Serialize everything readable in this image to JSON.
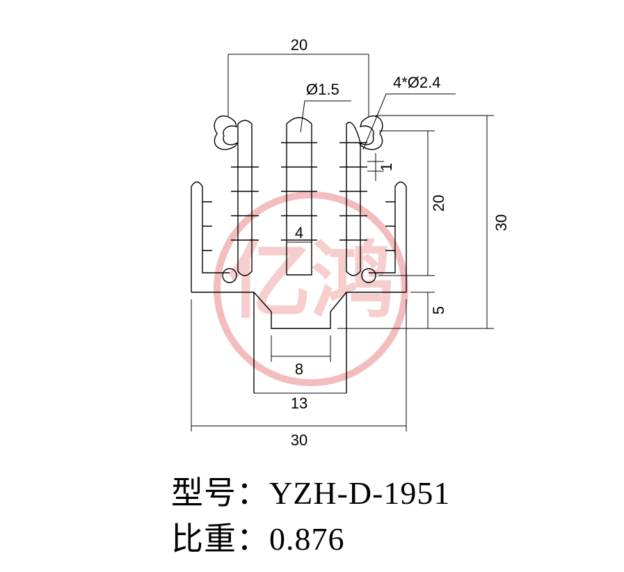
{
  "drawing": {
    "watermark_text": "亿鸿",
    "dimensions": {
      "top_width": "20",
      "slot_diameter": "Ø1.5",
      "hole_diameter": "4*Ø2.4",
      "gap": "1",
      "fin_pitch": "4",
      "fin_height": "20",
      "total_height": "30",
      "base_height": "5",
      "inner_width": "8",
      "base_width": "13",
      "total_width": "30"
    }
  },
  "spec": {
    "model_label": "型号：",
    "model_value": "YZH-D-1951",
    "density_label": "比重：",
    "density_value": "0.876"
  },
  "colors": {
    "line": "#000000",
    "watermark": "#f2b6b6"
  }
}
